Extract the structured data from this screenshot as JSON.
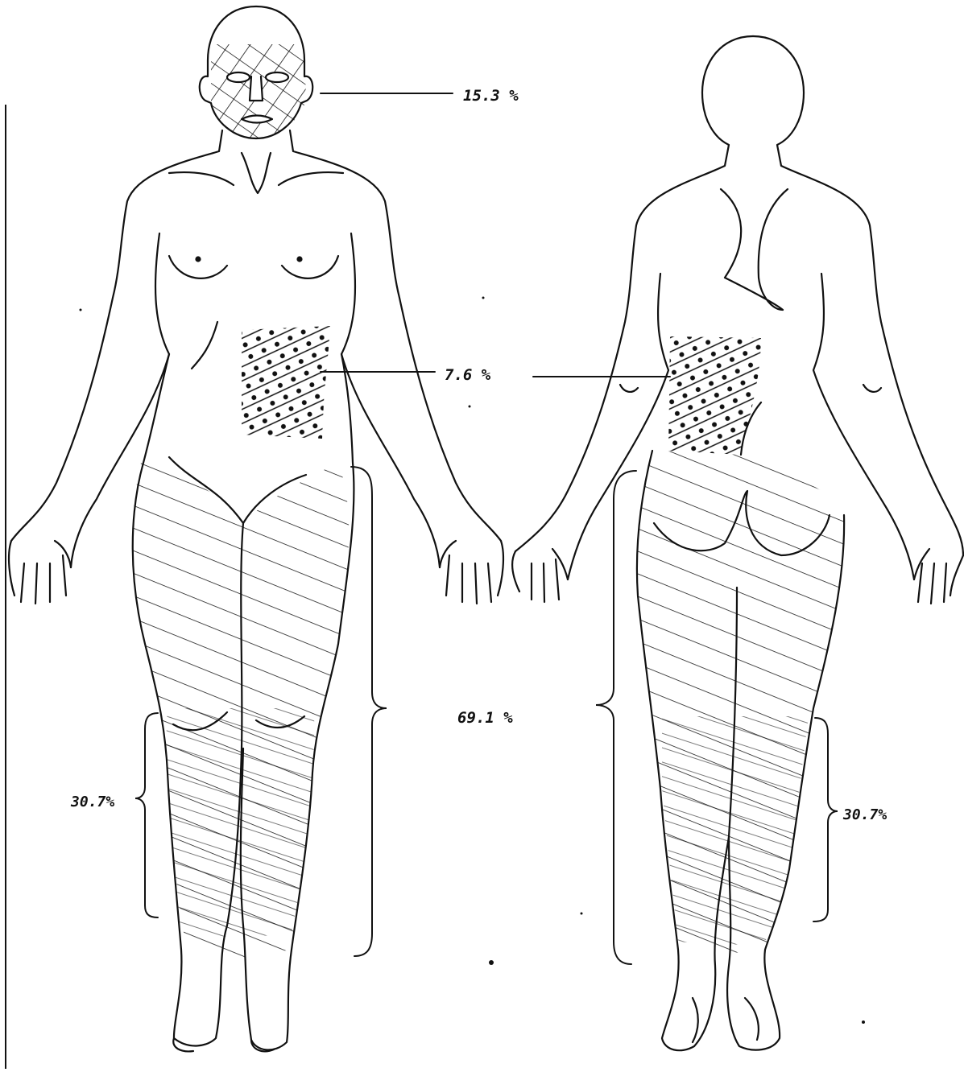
{
  "labels": {
    "face": "15.3 %",
    "trunk": "7.6 %",
    "legs": "69.1 %",
    "lower_leg_front": "30.7%",
    "lower_leg_back": "30.7%"
  },
  "colors": {
    "ink": "#111111",
    "paper": "#ffffff"
  }
}
